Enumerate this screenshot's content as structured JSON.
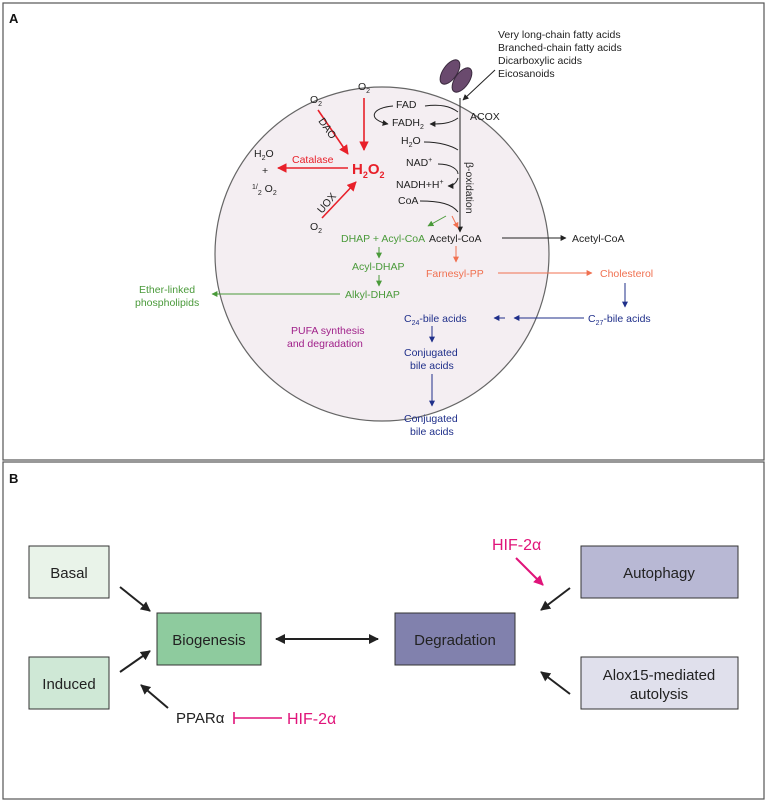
{
  "panels": {
    "a_label": "A",
    "b_label": "B"
  },
  "panel_a": {
    "inputs": [
      "Very long-chain fatty acids",
      "Branched-chain fatty acids",
      "Dicarboxylic acids",
      "Eicosanoids"
    ],
    "o2": "O",
    "o2_sub": "2",
    "dao": "DAO",
    "uox": "UOX",
    "h2o2_main": "H",
    "h2o2_sub1": "2",
    "h2o2_o": "O",
    "h2o2_sub2": "2",
    "catalase": "Catalase",
    "h2o": "H",
    "h2o_sub": "2",
    "h2o_o": "O",
    "plus": "+",
    "half_sup": "1",
    "half_sub": "/",
    "half_2": "2",
    "half_o": " O",
    "fad": "FAD",
    "fadh": "FADH",
    "fadh_sub": "2",
    "acox": "ACOX",
    "nad": "NAD",
    "nad_sup": "+",
    "nadh": "NADH+H",
    "nadh_sup": "+",
    "coa": "CoA",
    "beta_ox": "β-oxidation",
    "acetyl_coa": "Acetyl-CoA",
    "acetyl_coa_out": "Acetyl-CoA",
    "dhap": "DHAP + Acyl-CoA",
    "acyl_dhap": "Acyl-DHAP",
    "alkyl_dhap": "Alkyl-DHAP",
    "ether_1": "Ether-linked",
    "ether_2": "phospholipids",
    "farnesyl": "Farnesyl-PP",
    "cholesterol": "Cholesterol",
    "c27": "C",
    "c27_sub": "27",
    "c27_rest": "-bile acids",
    "c24": "C",
    "c24_sub": "24",
    "c24_rest": "-bile acids",
    "pufa_1": "PUFA synthesis",
    "pufa_2": "and degradation",
    "conj_in_1": "Conjugated",
    "conj_in_2": "bile acids",
    "conj_out_1": "Conjugated",
    "conj_out_2": "bile acids"
  },
  "panel_b": {
    "basal": "Basal",
    "induced": "Induced",
    "biogenesis": "Biogenesis",
    "degradation": "Degradation",
    "autophagy": "Autophagy",
    "alox_1": "Alox15-mediated",
    "alox_2": "autolysis",
    "ppar": "PPARα",
    "hif_top": "HIF-2α",
    "hif_bottom": "HIF-2α"
  },
  "colors": {
    "red": "#e8202a",
    "orange": "#f07050",
    "green": "#4a9a3a",
    "blue": "#1f2f8a",
    "magenta": "#e0147a",
    "purple_text": "#a0208a",
    "circle_fill": "#f4eef2",
    "box_basal": "#e9f3e9",
    "box_induced": "#cfe8d6",
    "box_biogenesis": "#8ecb9e",
    "box_degradation": "#8181ad",
    "box_autophagy": "#b8b8d4",
    "box_alox": "#e0e0ec"
  }
}
